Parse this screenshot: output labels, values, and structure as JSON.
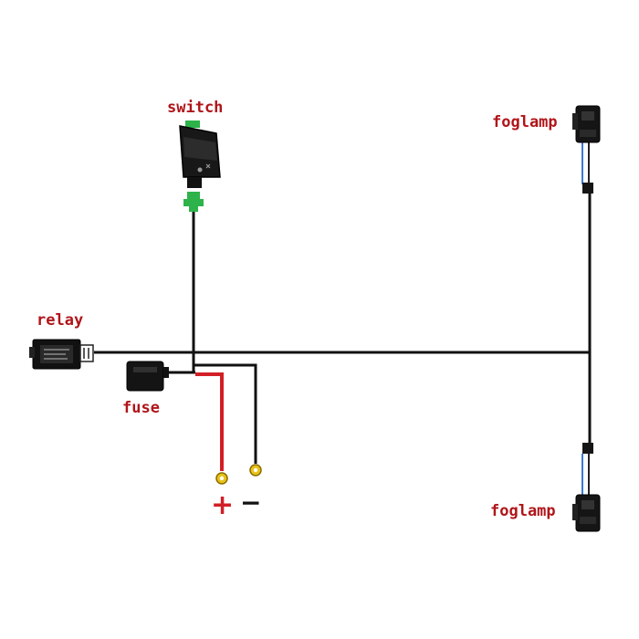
{
  "labels": {
    "switch": "switch",
    "relay": "relay",
    "fuse": "fuse",
    "foglamp_top": "foglamp",
    "foglamp_bottom": "foglamp",
    "positive": "+",
    "negative": "−"
  },
  "colors": {
    "label": "#b0151a",
    "wire": "#111111",
    "positive_wire": "#d21f26",
    "switch_connector": "#2db34a",
    "battery_terminal": "#e8c21a",
    "lamp_wire": "#3a7bd5",
    "background": "#ffffff"
  },
  "icons": {
    "switch": "rocker-switch-icon",
    "relay": "relay-icon",
    "fuse": "fuse-holder-icon",
    "foglamp": "foglamp-connector-icon",
    "terminal": "ring-terminal-icon"
  }
}
